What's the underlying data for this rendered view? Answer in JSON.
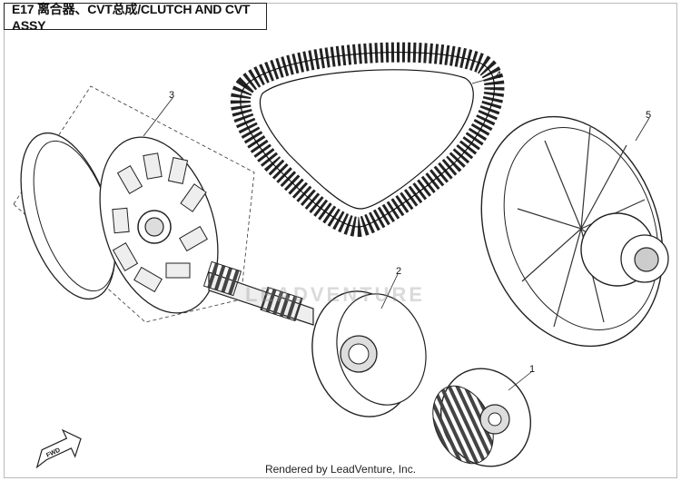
{
  "title": "E17 离合器、CVT总成/CLUTCH AND CVT ASSY",
  "footer": "Rendered by LeadVenture, Inc.",
  "watermark": "LEADVENTURE",
  "fwd_label": "FWD",
  "callouts": {
    "part1": "1",
    "part2": "2",
    "part3": "3",
    "part4": "4",
    "part5": "5"
  }
}
